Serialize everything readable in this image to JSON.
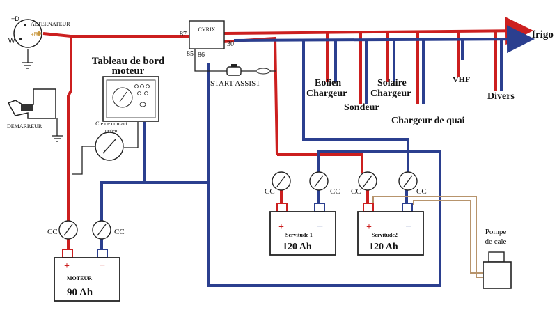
{
  "colors": {
    "positive_wire": "#cc1f1f",
    "negative_wire": "#2b3f8f",
    "signal_wire": "#222222",
    "aux_wire": "#b7946c",
    "terminal_positive": "#cc1f1f",
    "terminal_negative": "#2b3f8f"
  },
  "alternator": {
    "label": "ALTERNATEUR",
    "terminal_d": "+D",
    "terminal_b": "+B",
    "terminal_w": "W"
  },
  "starter": {
    "label": "DEMARREUR"
  },
  "dashboard": {
    "title_line1": "Tableau de bord",
    "title_line2": "moteur"
  },
  "ignition": {
    "label_line1": "Cle de contact",
    "label_line2": "moteur"
  },
  "cyrix": {
    "label": "CYRIX",
    "pin_87": "87",
    "pin_30": "30",
    "pin_85": "85",
    "pin_86": "86"
  },
  "start_assist": {
    "label": "START ASSIST"
  },
  "loads": {
    "frigo": "frigo",
    "eolien": "Eolien",
    "chargeur_1": "Chargeur",
    "sondeur": "Sondeur",
    "solaire": "Solaire",
    "chargeur_2": "Chargeur",
    "chargeur_quai": "Chargeur de quai",
    "vhf": "VHF",
    "divers": "Divers"
  },
  "shunt_label": "CC",
  "batteries": {
    "moteur": {
      "name": "MOTEUR",
      "capacity": "90 Ah",
      "plus": "+",
      "minus": "−"
    },
    "servitude1": {
      "name": "Servitude 1",
      "capacity": "120 Ah",
      "plus": "+",
      "minus": "−"
    },
    "servitude2": {
      "name": "Servitude2",
      "capacity": "120 Ah",
      "plus": "+",
      "minus": "−"
    }
  },
  "bilge_pump": {
    "label_line1": "Pompe",
    "label_line2": "de cale"
  }
}
